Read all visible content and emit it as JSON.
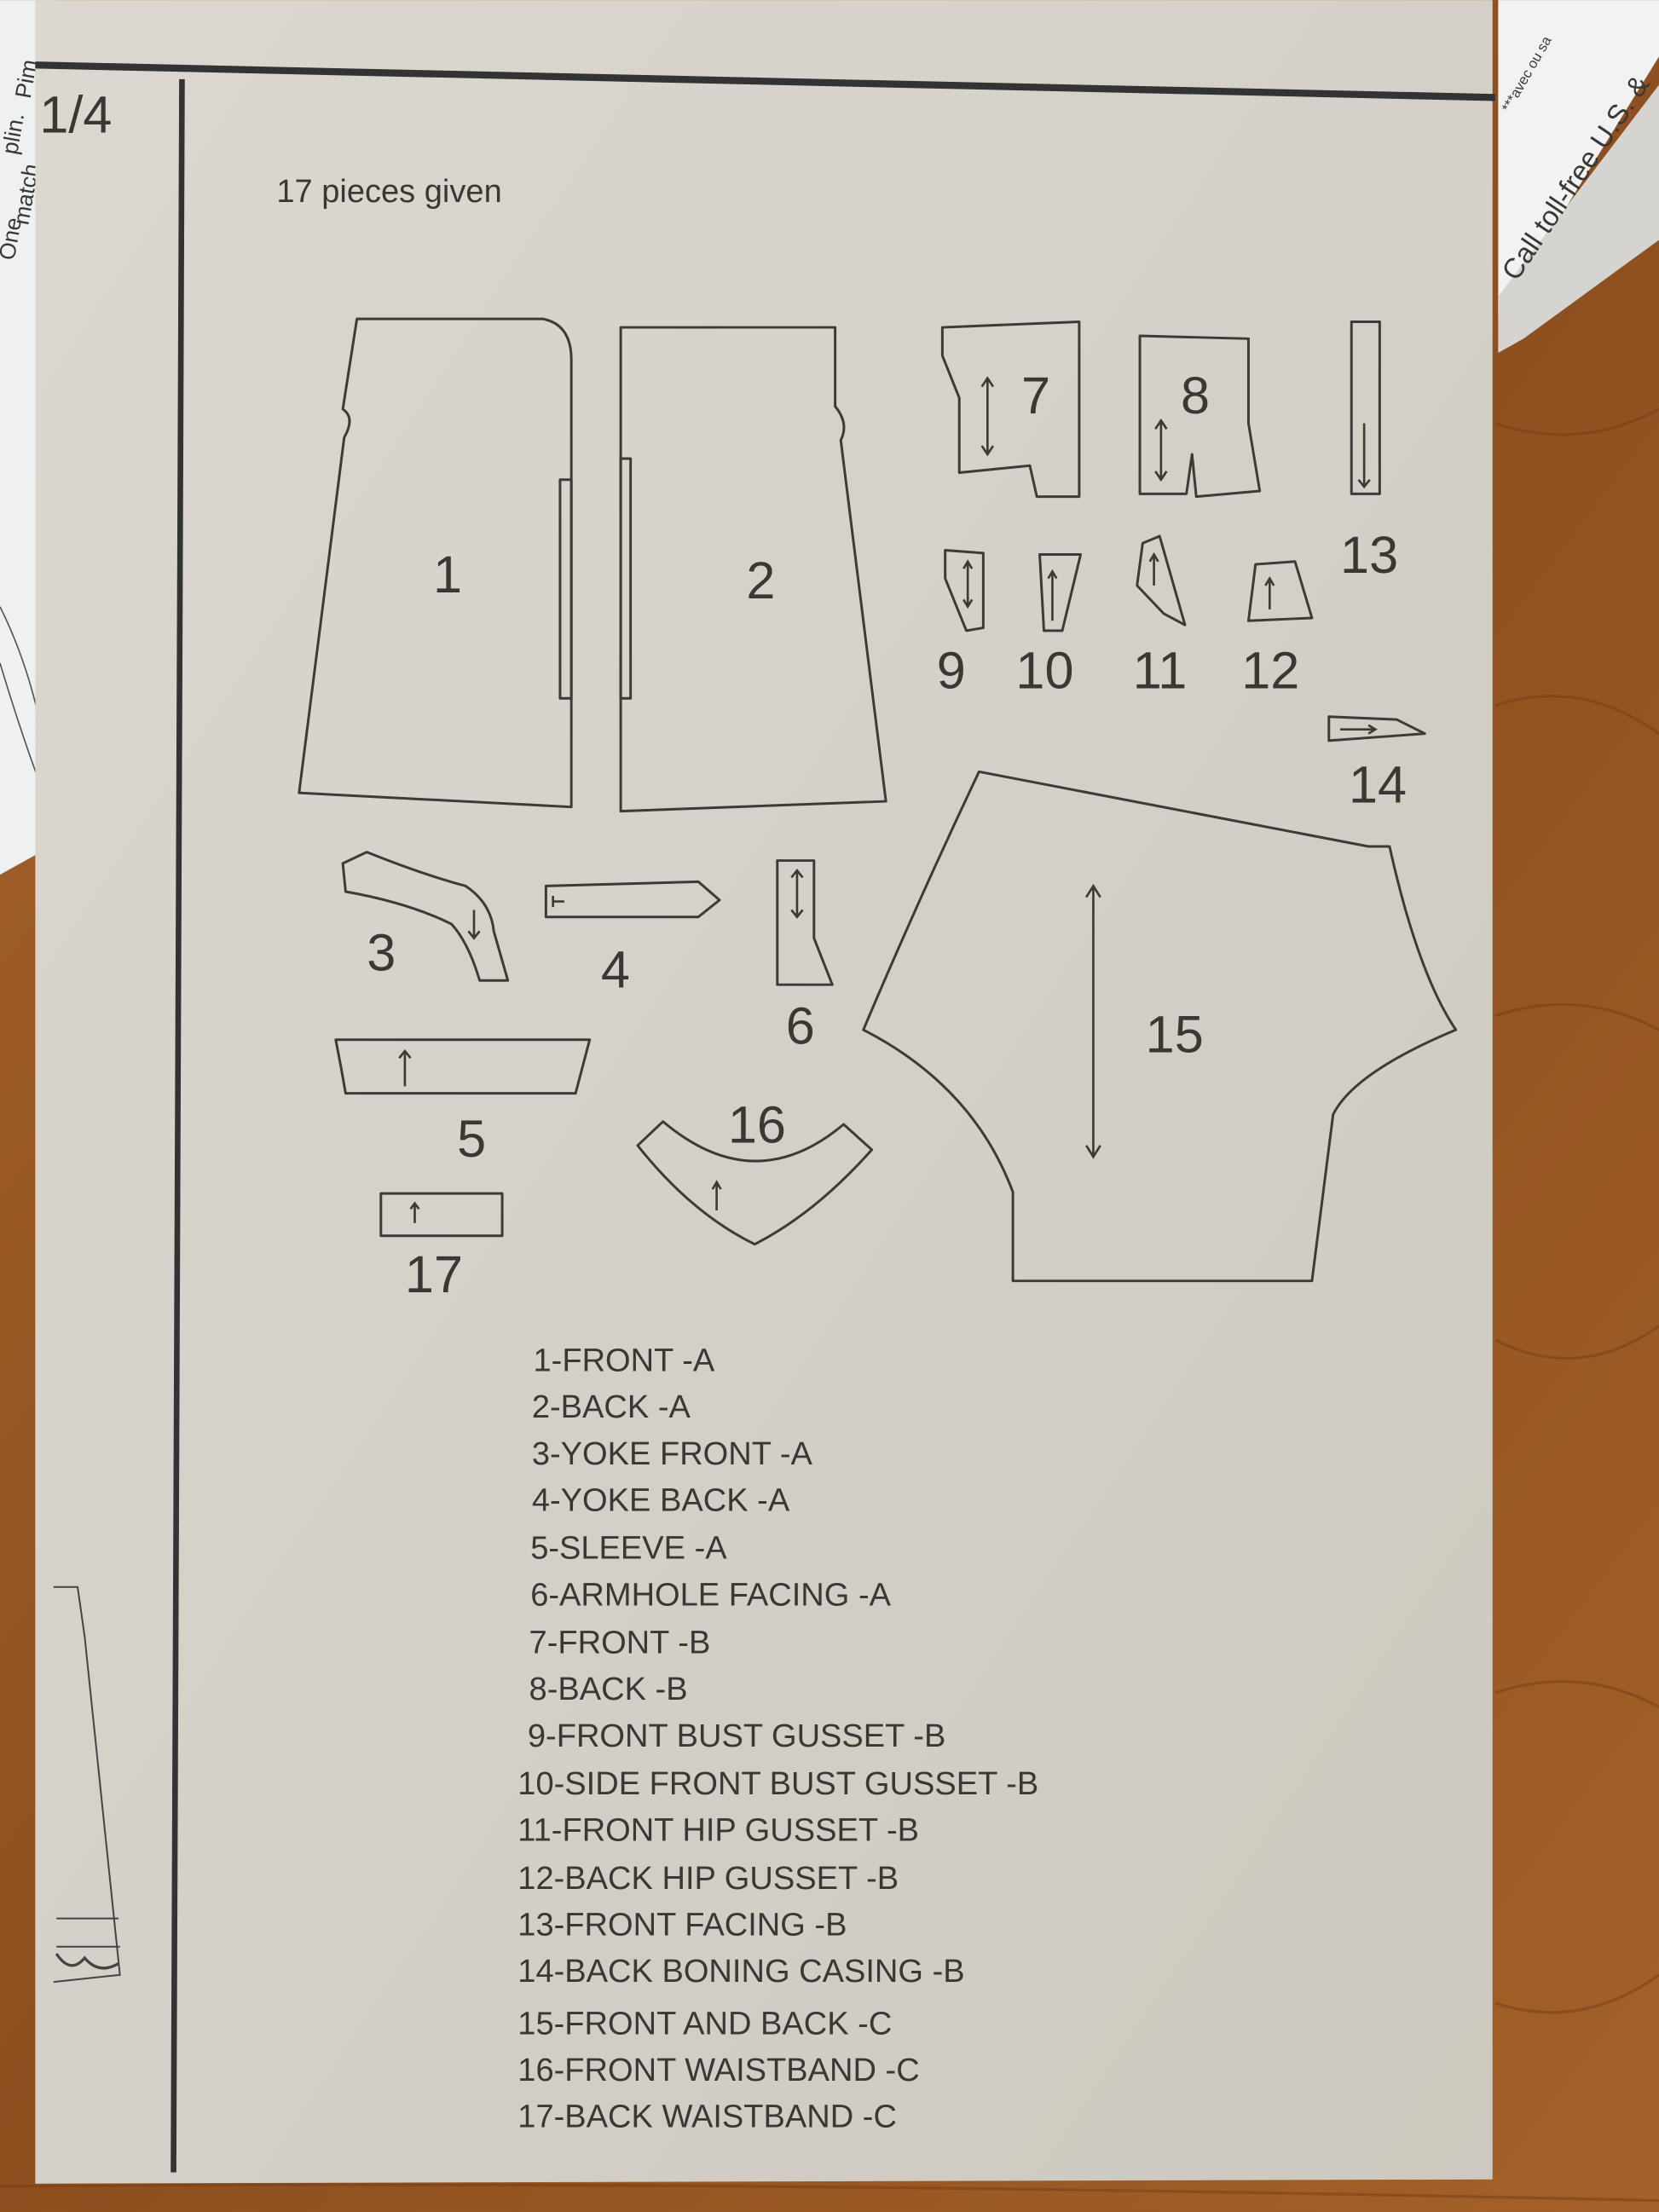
{
  "envelope": {
    "page_fraction": "1/4",
    "pieces_count": "17 pieces given",
    "piece_numbers": [
      "1",
      "2",
      "3",
      "4",
      "5",
      "6",
      "7",
      "8",
      "9",
      "10",
      "11",
      "12",
      "13",
      "14",
      "15",
      "16",
      "17"
    ],
    "piece_list": [
      "1-FRONT -A",
      "2-BACK -A",
      "3-YOKE FRONT -A",
      "4-YOKE BACK -A",
      "5-SLEEVE -A",
      "6-ARMHOLE FACING -A",
      "7-FRONT -B",
      "8-BACK -B",
      "9-FRONT BUST GUSSET -B",
      "10-SIDE FRONT BUST GUSSET -B",
      "11-FRONT HIP GUSSET -B",
      "12-BACK HIP GUSSET -B",
      "13-FRONT FACING -B",
      "14-BACK BONING CASING -B",
      "15-FRONT AND BACK -C",
      "16-FRONT WAISTBAND -C",
      "17-BACK WAISTBAND -C"
    ]
  },
  "edge_papers": {
    "right_strip_text": "Call toll-free U.S. &",
    "right_sheet_text": "***avec ou sa",
    "left_fragments": [
      "Pim",
      "plin.",
      "match",
      "One"
    ]
  },
  "colors": {
    "wood": "#9a5a26",
    "paper": "#d6d2ca",
    "ink": "#3a3835"
  }
}
